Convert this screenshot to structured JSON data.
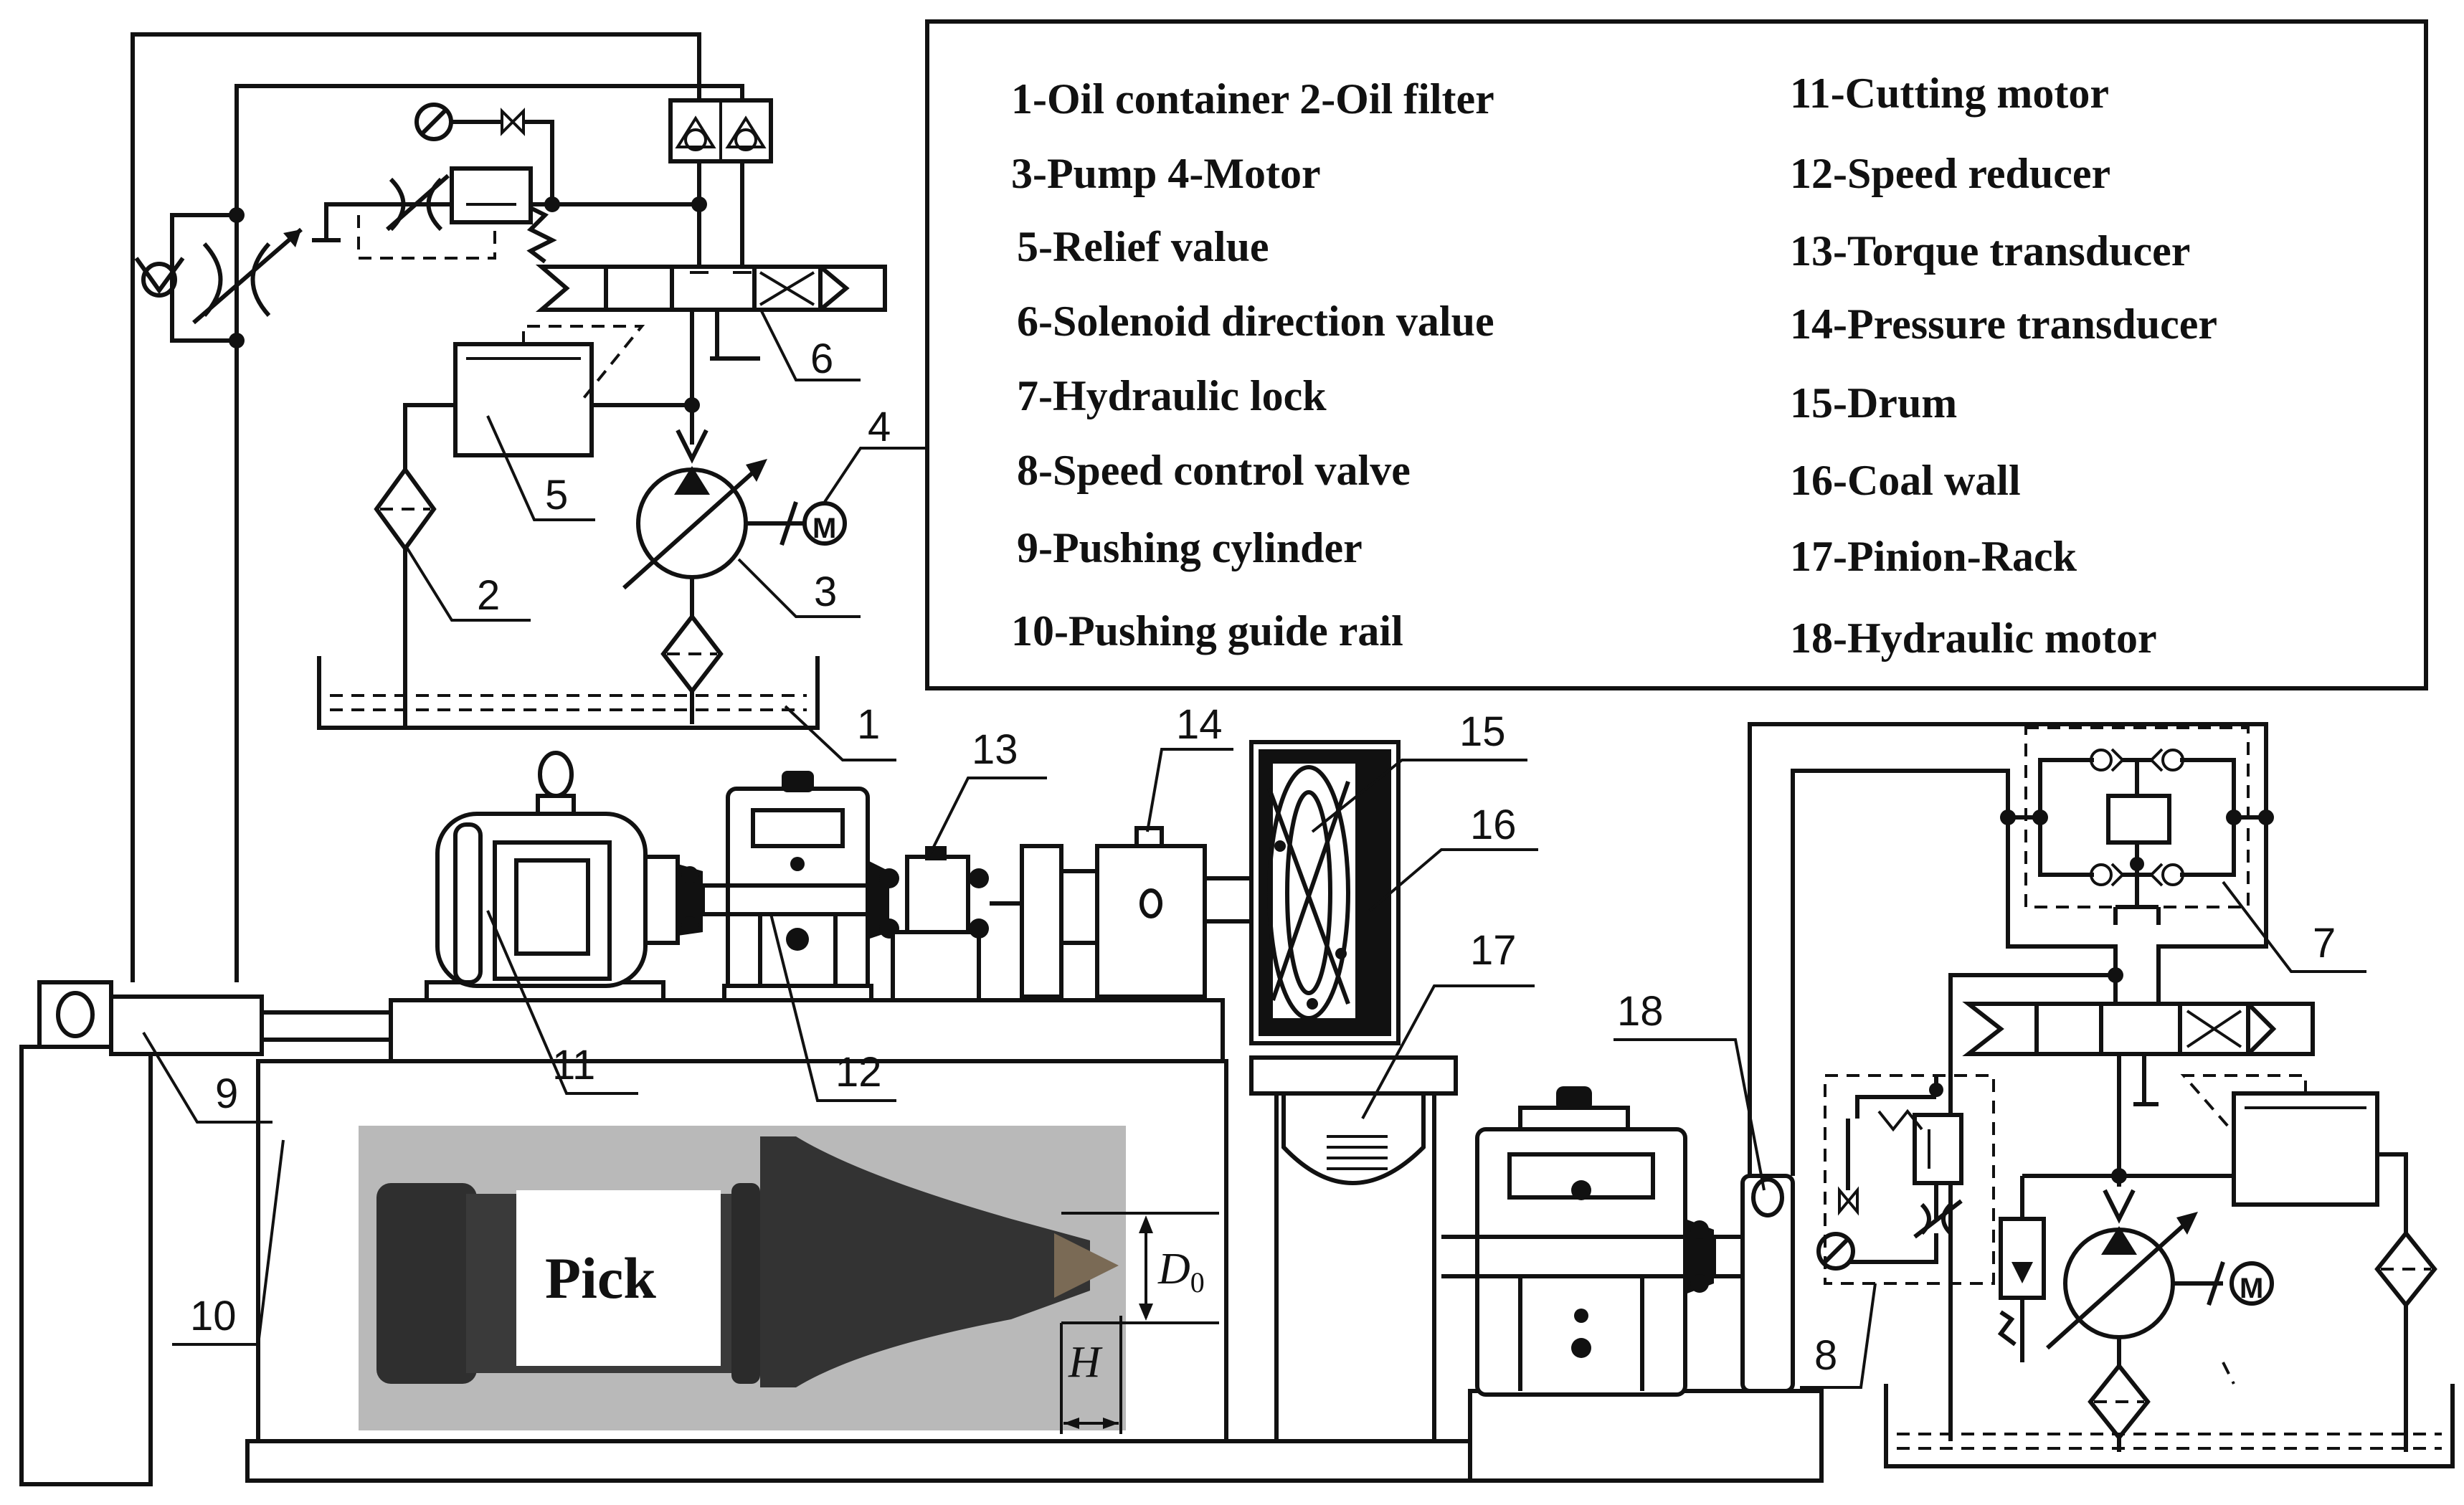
{
  "legend": {
    "left": [
      "1-Oil container   2-Oil filter",
      "3-Pump    4-Motor",
      "5-Relief value",
      "6-Solenoid direction value",
      "7-Hydraulic lock",
      "8-Speed control valve",
      "9-Pushing cylinder",
      "10-Pushing guide rail"
    ],
    "right": [
      "11-Cutting motor",
      "12-Speed reducer",
      "13-Torque transducer",
      "14-Pressure transducer",
      "15-Drum",
      "16-Coal wall",
      "17-Pinion-Rack",
      "18-Hydraulic motor"
    ]
  },
  "callouts": {
    "c1": "1",
    "c2": "2",
    "c3": "3",
    "c4": "4",
    "c5": "5",
    "c6": "6",
    "c7": "7",
    "c8": "8",
    "c9": "9",
    "c10": "10",
    "c11": "11",
    "c12": "12",
    "c13": "13",
    "c14": "14",
    "c15": "15",
    "c16": "16",
    "c17": "17",
    "c18": "18"
  },
  "photo": {
    "label": "Pick",
    "dim_d": "D",
    "dim_d_sub": "0",
    "dim_h": "H"
  },
  "symbols": {
    "motor_letter": "M"
  }
}
